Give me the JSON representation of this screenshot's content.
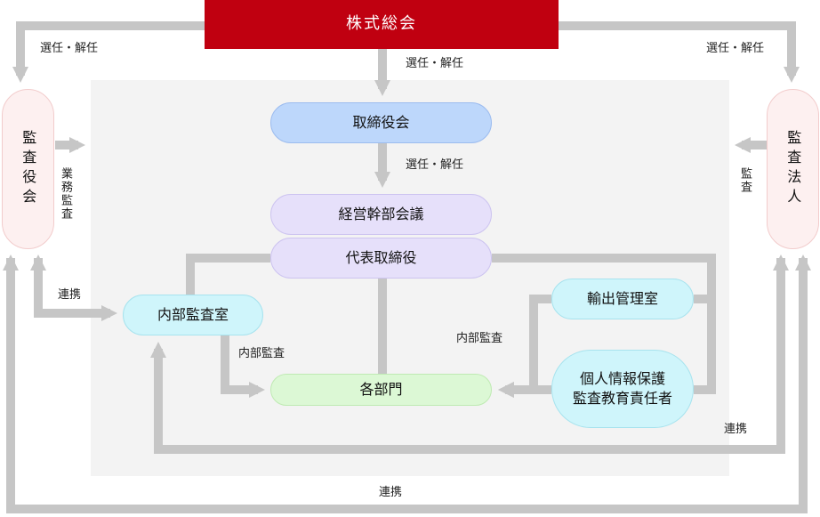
{
  "nodes": {
    "shareholders": "株式総会",
    "board": "取締役会",
    "exec_meeting": "経営幹部会議",
    "rep_director": "代表取締役",
    "internal_audit": "内部監査室",
    "export_control": "輸出管理室",
    "privacy_line1": "個人情報保護",
    "privacy_line2": "監査教育責任者",
    "departments": "各部門",
    "audit_board": "監査役会",
    "audit_firm": "監査法人"
  },
  "labels": {
    "elect_left": "選任・解任",
    "elect_right": "選任・解任",
    "elect_center": "選任・解任",
    "elect_board": "選任・解任",
    "business_audit": "業務監査",
    "audit": "監査",
    "liaison_left": "連携",
    "liaison_right": "連携",
    "liaison_bottom": "連携",
    "internal_audit_left": "内部監査",
    "internal_audit_right": "内部監査"
  },
  "colors": {
    "connector": "#c6c6c6",
    "panel": "#f3f3f3",
    "shareholders_fill": "#c00010",
    "board_fill": "#bdd7fb",
    "exec_fill": "#e6e0fa",
    "audit_unit_fill": "#cff5fb",
    "departments_fill": "#dcf8d5",
    "auditor_fill": "#fdf0f0"
  }
}
